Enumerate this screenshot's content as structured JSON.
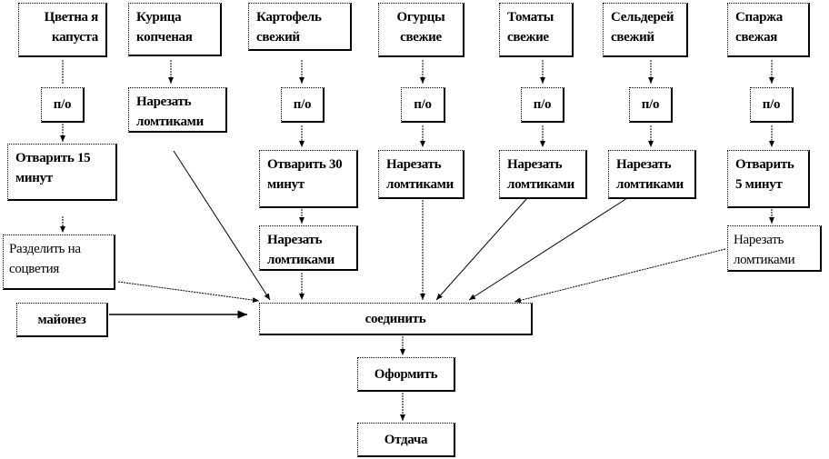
{
  "ingredients": [
    {
      "label": "Цветна я капуста"
    },
    {
      "label": "Курица копченая"
    },
    {
      "label": "Картофель свежий"
    },
    {
      "label": "Огурцы свежие"
    },
    {
      "label": "Томаты свежие"
    },
    {
      "label": "Сельдерей свежий"
    },
    {
      "label": "Спаржа свежая"
    }
  ],
  "steps": {
    "po": "п/о",
    "slice": "Нарезать ломтиками",
    "boil15": "Отварить 15 минут",
    "boil30": "Отварить 30 минут",
    "boil5": "Отварить 5 минут",
    "split": "Разделить на соцветия",
    "mayo": "майонез",
    "combine": "соединить",
    "decorate": "Оформить",
    "serve": "Отдача"
  }
}
